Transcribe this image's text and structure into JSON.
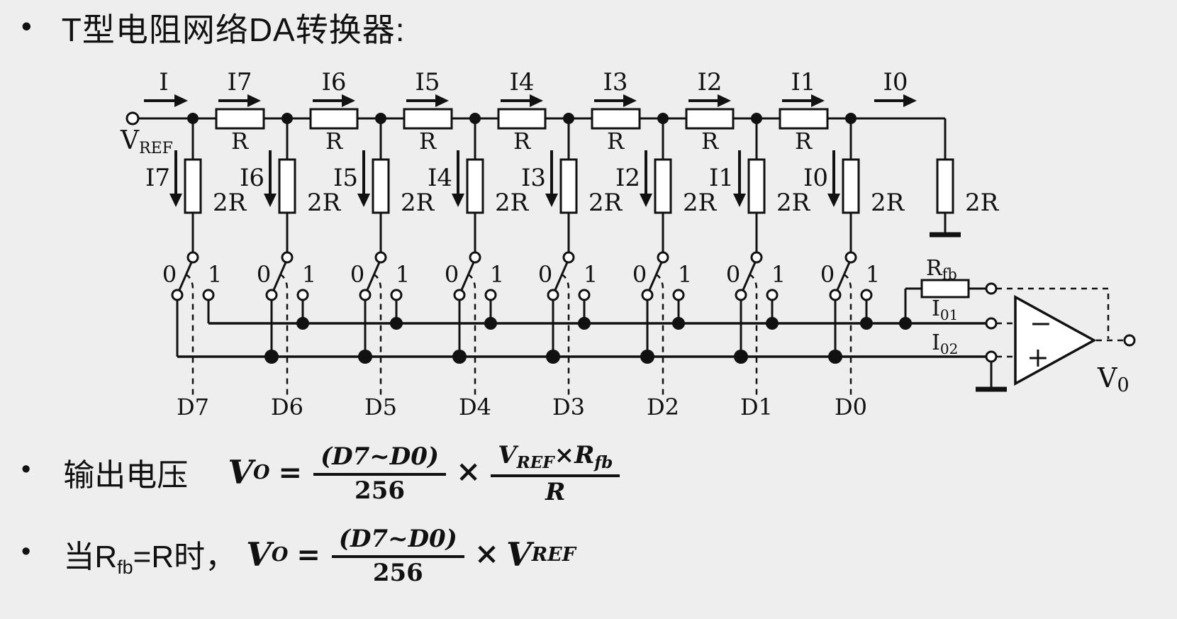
{
  "title": {
    "bullet": "•",
    "text": "T型电阻网络DA转换器:"
  },
  "diagram": {
    "vref": {
      "main": "V",
      "sub": "REF"
    },
    "input_current": "I",
    "h_currents": [
      "I7",
      "I6",
      "I5",
      "I4",
      "I3",
      "I2",
      "I1"
    ],
    "r_labels": [
      "R",
      "R",
      "R",
      "R",
      "R",
      "R",
      "R"
    ],
    "v_currents": [
      "I7",
      "I6",
      "I5",
      "I4",
      "I3",
      "I2",
      "I1",
      "I0"
    ],
    "r2_labels": [
      "2R",
      "2R",
      "2R",
      "2R",
      "2R",
      "2R",
      "2R",
      "2R"
    ],
    "d_labels": [
      "D7",
      "D6",
      "D5",
      "D4",
      "D3",
      "D2",
      "D1",
      "D0"
    ],
    "switch_labels": {
      "zero": "0",
      "one": "1"
    },
    "trailing_current": "I0",
    "terminator_r2": "2R",
    "rfb": {
      "main": "R",
      "sub": "fb"
    },
    "io1": {
      "main": "I",
      "sub": "01"
    },
    "io2": {
      "main": "I",
      "sub": "02"
    },
    "opamp": {
      "minus": "−",
      "plus": "+"
    },
    "vout": {
      "main": "V",
      "sub": "0"
    }
  },
  "formula_output": {
    "bullet": "•",
    "intro": "输出电压",
    "lhs": "V",
    "lhs_sub": "O",
    "equals": "=",
    "frac1": {
      "num": "(D7~D0)",
      "den": "256"
    },
    "times": "×",
    "frac2": {
      "num_v": "V",
      "num_v_sub": "REF",
      "num_times": "×",
      "num_r": "R",
      "num_r_sub": "fb",
      "den": "R"
    }
  },
  "formula_condition": {
    "bullet": "•",
    "intro_pre": "当",
    "intro_r": "R",
    "intro_r_sub": "fb",
    "intro_post": "=R时，",
    "lhs": "V",
    "lhs_sub": "O",
    "equals": "=",
    "frac1": {
      "num": "(D7~D0)",
      "den": "256"
    },
    "times": "×",
    "rhs": "V",
    "rhs_sub": "REF"
  },
  "colors": {
    "background": "#eeeeee",
    "ink": "#111111"
  }
}
